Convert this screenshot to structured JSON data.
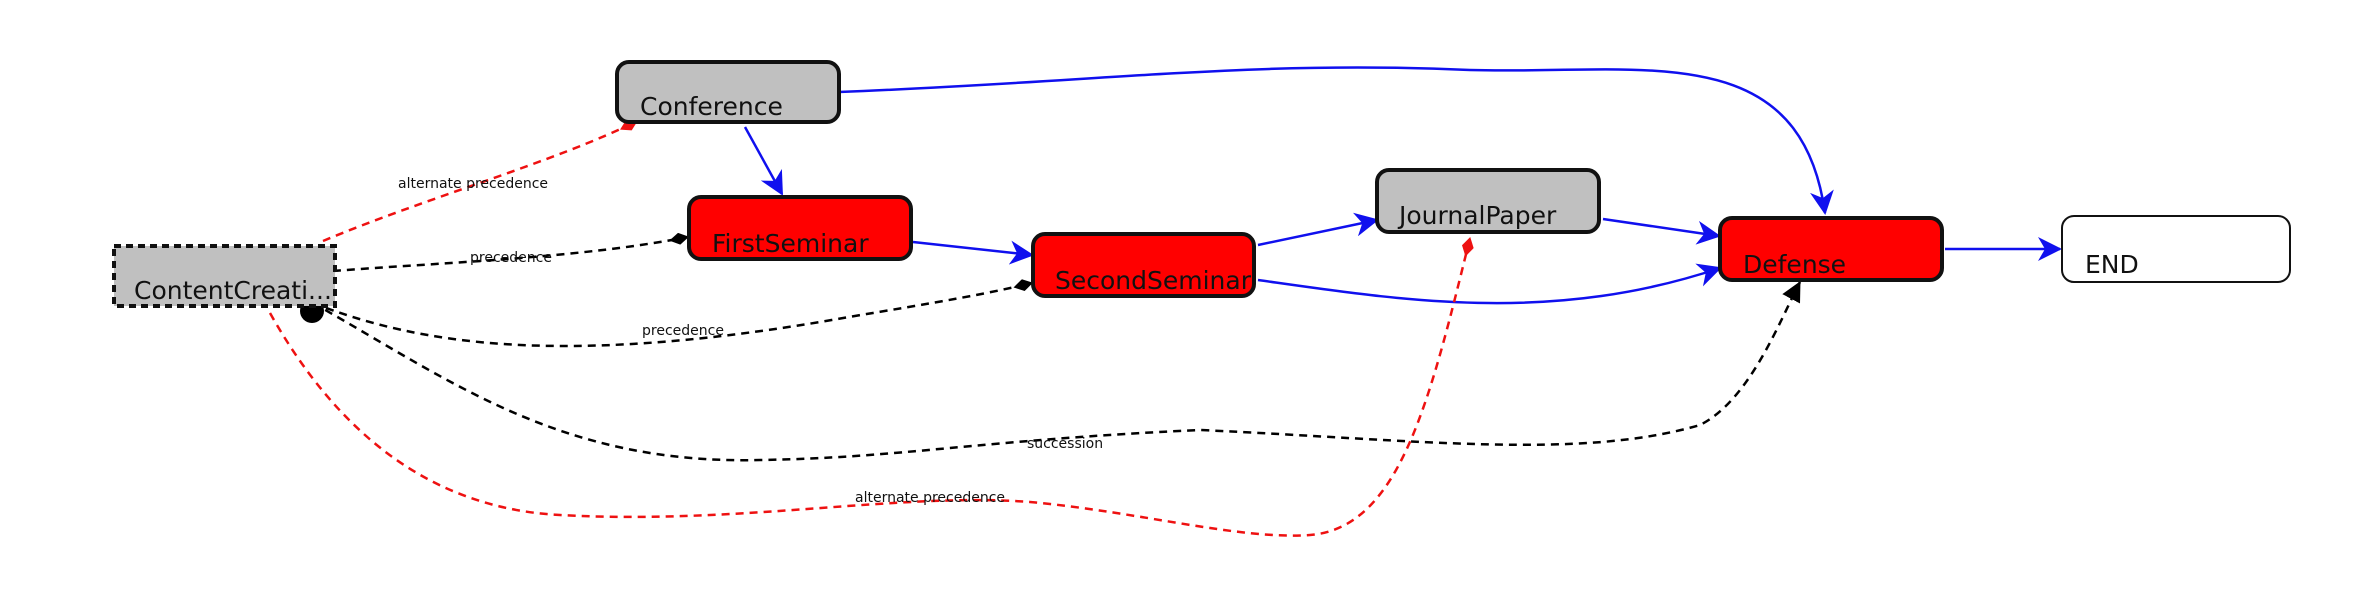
{
  "diagram": {
    "colors": {
      "flow": "#1010ee",
      "constraint_black": "#000000",
      "constraint_red": "#ee1111",
      "node_gray": "#c0c0c0",
      "node_red": "#ff0000",
      "node_white": "#ffffff",
      "node_border": "#111111"
    },
    "nodes": {
      "conference": {
        "label": "Conference",
        "fill": "gray"
      },
      "content_creation": {
        "label": "ContentCreati...",
        "fill": "gray",
        "border": "dashed"
      },
      "first_seminar": {
        "label": "FirstSeminar",
        "fill": "red"
      },
      "second_seminar": {
        "label": "SecondSeminar",
        "fill": "red"
      },
      "journal_paper": {
        "label": "JournalPaper",
        "fill": "gray"
      },
      "defense": {
        "label": "Defense",
        "fill": "red"
      },
      "end": {
        "label": "END",
        "fill": "white"
      }
    },
    "edges": {
      "alt_prec_conference": {
        "label": "alternate precedence",
        "kind": "alternate precedence",
        "from": "ContentCreati...",
        "to": "Conference"
      },
      "prec_first_seminar": {
        "label": "precedence",
        "kind": "precedence",
        "from": "ContentCreati...",
        "to": "FirstSeminar"
      },
      "prec_second_seminar": {
        "label": "precedence",
        "kind": "precedence",
        "from": "ContentCreati...",
        "to": "SecondSeminar"
      },
      "succession_defense": {
        "label": "succession",
        "kind": "succession",
        "from": "ContentCreati...",
        "to": "Defense"
      },
      "alt_prec_journal": {
        "label": "alternate precedence",
        "kind": "alternate precedence",
        "from": "ContentCreati...",
        "to": "JournalPaper"
      }
    }
  }
}
